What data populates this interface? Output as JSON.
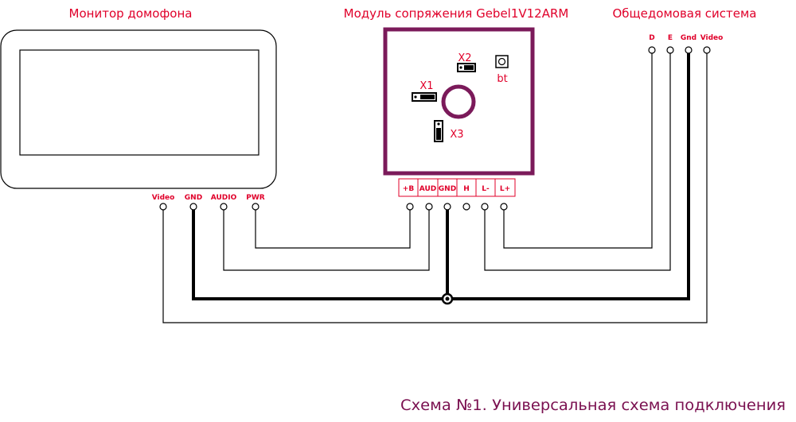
{
  "titles": {
    "monitor": "Монитор домофона",
    "module": "Модуль сопряжения Gebel1V12ARM",
    "building": "Общедомовая система"
  },
  "monitor_pins": [
    "Video",
    "GND",
    "AUDIO",
    "PWR"
  ],
  "module_terminals": [
    "+B",
    "AUD",
    "GND",
    "H",
    "L-",
    "L+"
  ],
  "building_pins": [
    "D",
    "E",
    "Gnd",
    "Video"
  ],
  "jumpers": {
    "x1": "X1",
    "x2": "X2",
    "x3": "X3",
    "bt": "bt"
  },
  "caption": "Схема №1. Универсальная схема подключения",
  "colors": {
    "label_red": "#e0002a",
    "module_frame": "#7b1a5a",
    "caption": "#7a1050",
    "wire": "#000000"
  }
}
